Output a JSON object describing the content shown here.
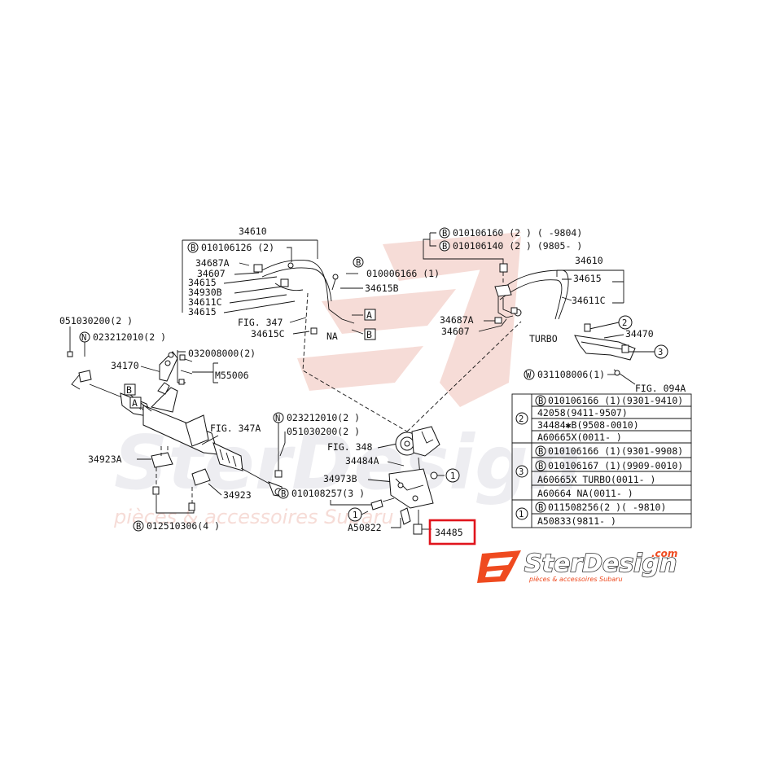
{
  "watermark": {
    "brand": "SterDesign",
    "domain": ".com",
    "tagline": "pièces & accessoires Subaru"
  },
  "labels": {
    "l34610_left": "34610",
    "l010106126": "010106126 (2)",
    "l34687A_left": "34687A",
    "l34607_left": "34607",
    "l34615_a": "34615",
    "l34930B": "34930B",
    "l34611C_left": "34611C",
    "l34615_b": "34615",
    "l010006166": "010006166 (1)",
    "l34615B": "34615B",
    "fig347": "FIG. 347",
    "l34615C": "34615C",
    "na": "NA",
    "boxA_top": "A",
    "boxB_top": "B",
    "l051030200_left": "051030200(2 )",
    "l023212010_left": "023212010(2 )",
    "l34170": "34170",
    "l032008000": "032008000(2)",
    "m55006": "M55006",
    "boxB_left": "B",
    "boxA_left": "A",
    "fig347A": "FIG. 347A",
    "l023212010_mid": "023212010(2 )",
    "l051030200_mid": "051030200(2 )",
    "fig348": "FIG. 348",
    "l34484A": "34484A",
    "l34973B": "34973B",
    "l010108257": "010108257(3 )",
    "l34923A": "34923A",
    "l34923": "34923",
    "l012510306": "012510306(4 )",
    "a50822": "A50822",
    "l34485": "34485",
    "l010106160": "010106160 (2 ) (  -9804)",
    "l010106140": "010106140 (2 ) (9805-  )",
    "l34610_right": "34610",
    "l34615_right": "34615",
    "l34611C_right": "34611C",
    "l34687A_right": "34687A",
    "l34607_right": "34607",
    "turbo": "TURBO",
    "c2": "2",
    "l34470": "34470",
    "c3": "3",
    "l031108006": "031108006(1)",
    "fig094A": "FIG. 094A",
    "c1_a": "1",
    "c1_b": "1",
    "circB": "B",
    "circN": "N",
    "circW": "W"
  },
  "table": {
    "group2": {
      "marker": "2",
      "rows": [
        {
          "prefix": "B",
          "text": "010106166 (1)(9301-9410)"
        },
        {
          "prefix": "",
          "text": "42058(9411-9507)"
        },
        {
          "prefix": "",
          "text": "34484✱B(9508-0010)"
        },
        {
          "prefix": "",
          "text": "A60665X(0011-     )"
        }
      ]
    },
    "group3": {
      "marker": "3",
      "rows": [
        {
          "prefix": "B",
          "text": "010106166 (1)(9301-9908)"
        },
        {
          "prefix": "B",
          "text": "010106167 (1)(9909-0010)"
        },
        {
          "prefix": "",
          "text": "A60665X TURBO(0011-     )"
        },
        {
          "prefix": "",
          "text": "A60664  NA(0011-     )"
        }
      ]
    },
    "group1": {
      "marker": "1",
      "rows": [
        {
          "prefix": "B",
          "text": "011508256(2 )(    -9810)"
        },
        {
          "prefix": "",
          "text": "A50833(9811-     )"
        }
      ]
    }
  }
}
